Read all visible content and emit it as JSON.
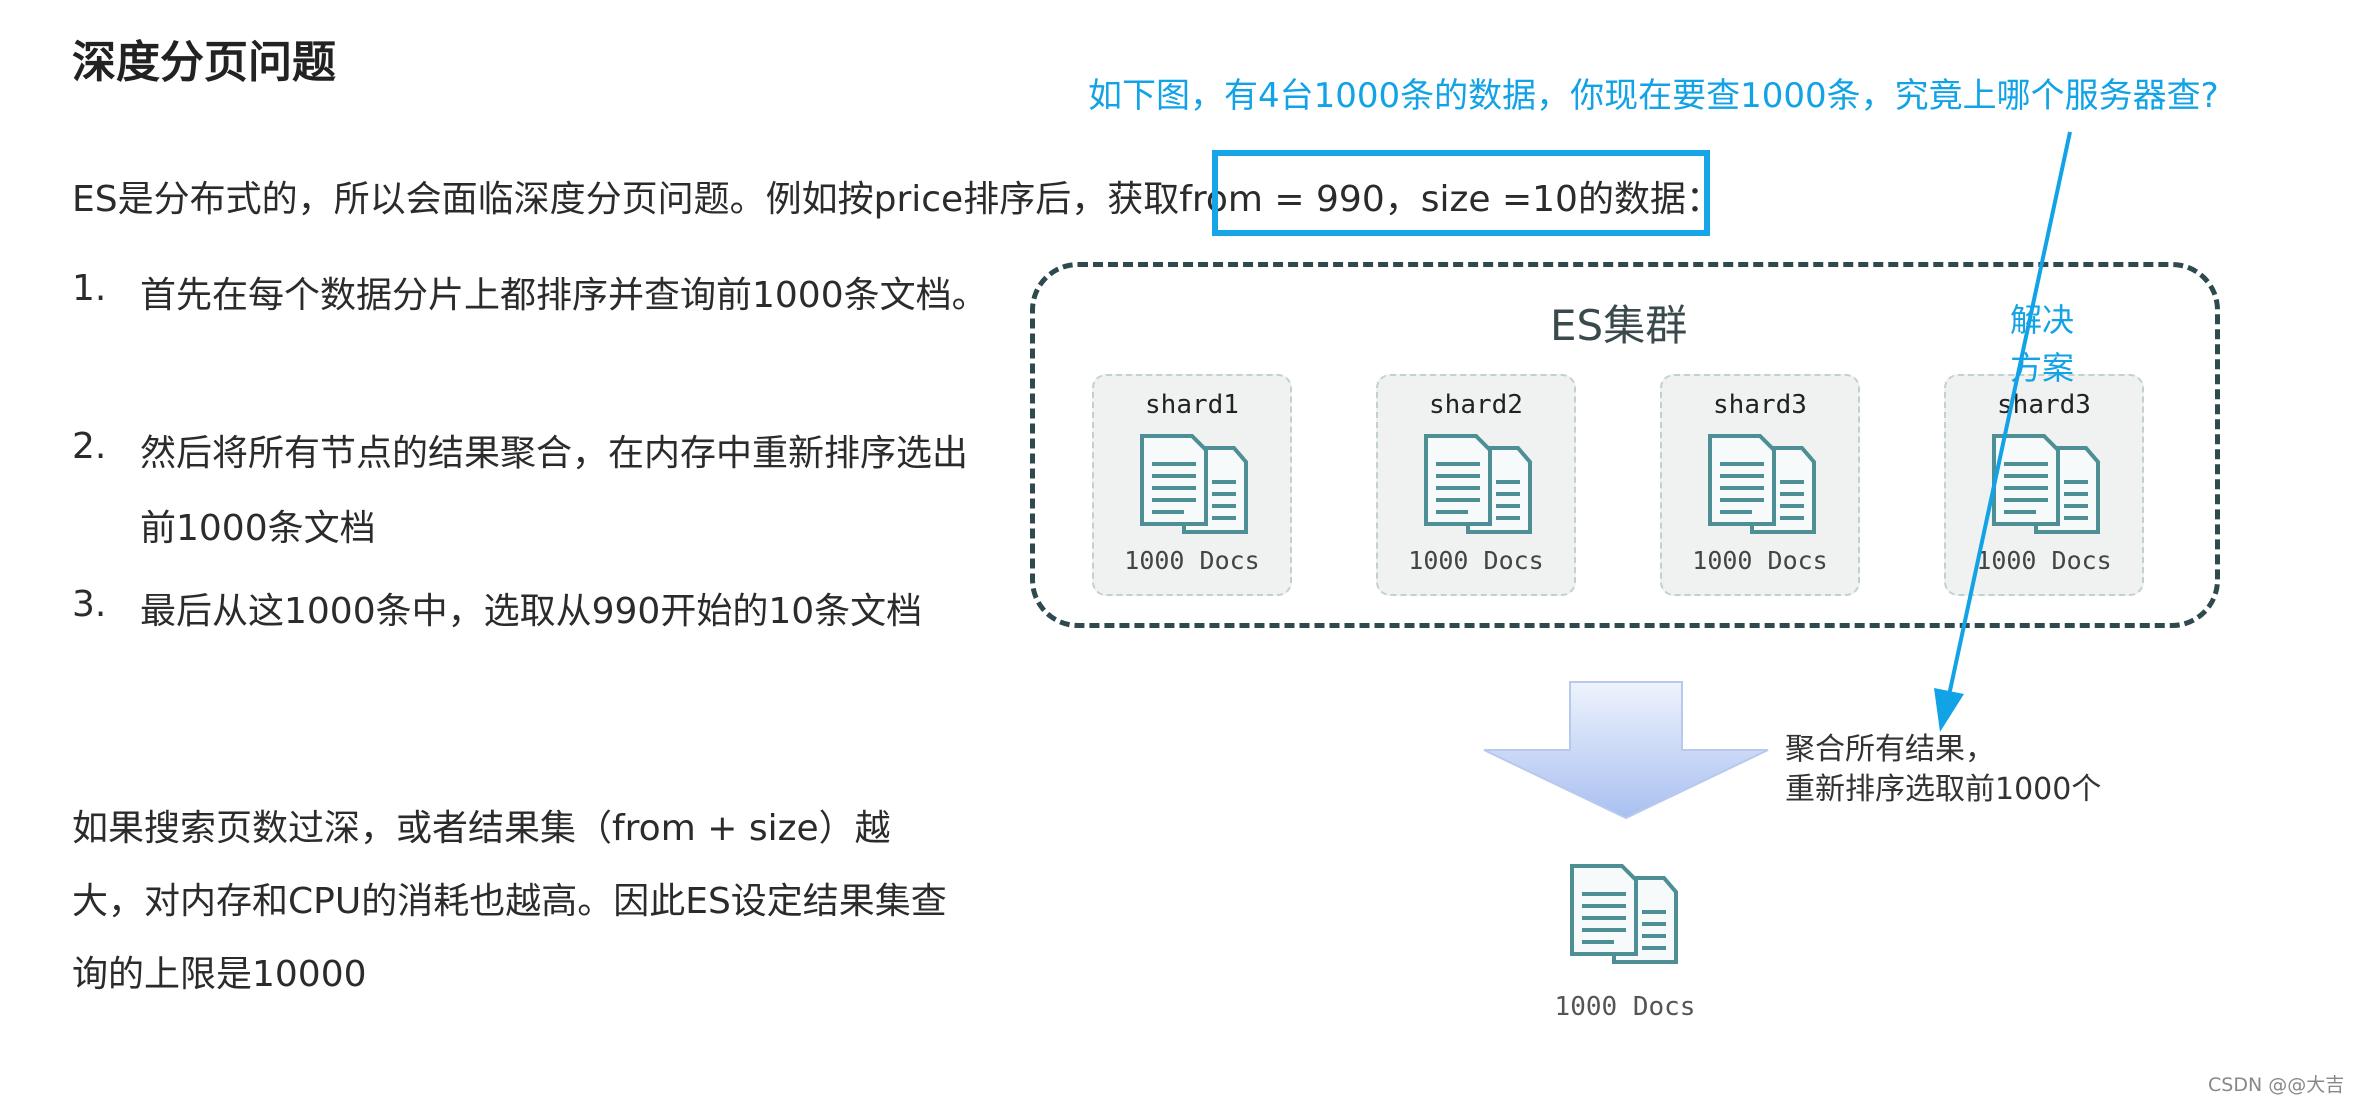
{
  "heading": "深度分页问题",
  "intro_before": "ES是分布式的，所以会面临深度分页问题。例如按price排序后，",
  "intro_highlight": "获取from = 990，size =10",
  "intro_after": "的数据：",
  "steps": [
    {
      "num": "1.",
      "text": "首先在每个数据分片上都排序并查询前1000条文档。"
    },
    {
      "num": "2.",
      "text": "然后将所有节点的结果聚合，在内存中重新排序选出前1000条文档"
    },
    {
      "num": "3.",
      "text": "最后从这1000条中，选取从990开始的10条文档"
    }
  ],
  "conclusion": "如果搜索页数过深，或者结果集（from + size）越大，对内存和CPU的消耗也越高。因此ES设定结果集查询的上限是10000",
  "annotation_top": "如下图，有4台1000条的数据，你现在要查1000条，究竟上哪个服务器查?",
  "annotation_side_line1": "解决",
  "annotation_side_line2": "方案",
  "diagram": {
    "cluster_title": "ES集群",
    "shards": [
      {
        "name": "shard1",
        "docs": "1000 Docs"
      },
      {
        "name": "shard2",
        "docs": "1000 Docs"
      },
      {
        "name": "shard3",
        "docs": "1000 Docs"
      },
      {
        "name": "shard3",
        "docs": "1000 Docs"
      }
    ],
    "aggregate_line1": "聚合所有结果，",
    "aggregate_line2": "重新排序选取前1000个",
    "final_docs": "1000 Docs"
  },
  "watermark": "CSDN @@大吉",
  "colors": {
    "annotation": "#12a2e6",
    "doc_icon": "#4d8f95",
    "cluster_border": "#2e4a4f"
  }
}
